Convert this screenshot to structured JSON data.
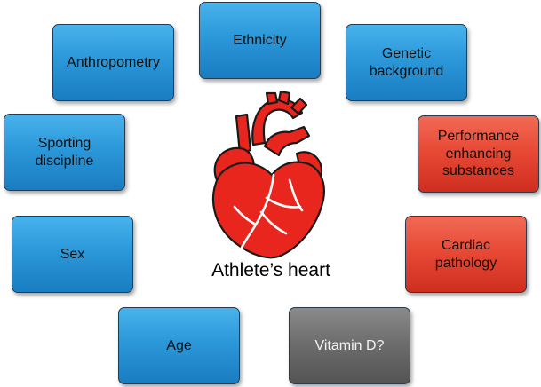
{
  "diagram": {
    "center_label": "Athlete’s heart",
    "factors": {
      "ethnicity": "Ethnicity",
      "anthropometry": "Anthropometry",
      "genetic_background": "Genetic\nbackground",
      "sporting_discipline": "Sporting\ndiscipline",
      "performance_enhancing_substances": "Performance\nenhancing\nsubstances",
      "sex": "Sex",
      "cardiac_pathology": "Cardiac\npathology",
      "age": "Age",
      "vitamin_d": "Vitamin D?"
    },
    "colors": {
      "blue_box": "#2b98d9",
      "red_box": "#e84a36",
      "grey_box": "#6e6e6e",
      "heart_fill": "#e8261d",
      "heart_outline": "#1a1a1a"
    },
    "icons": {
      "center": "heart-icon"
    }
  }
}
